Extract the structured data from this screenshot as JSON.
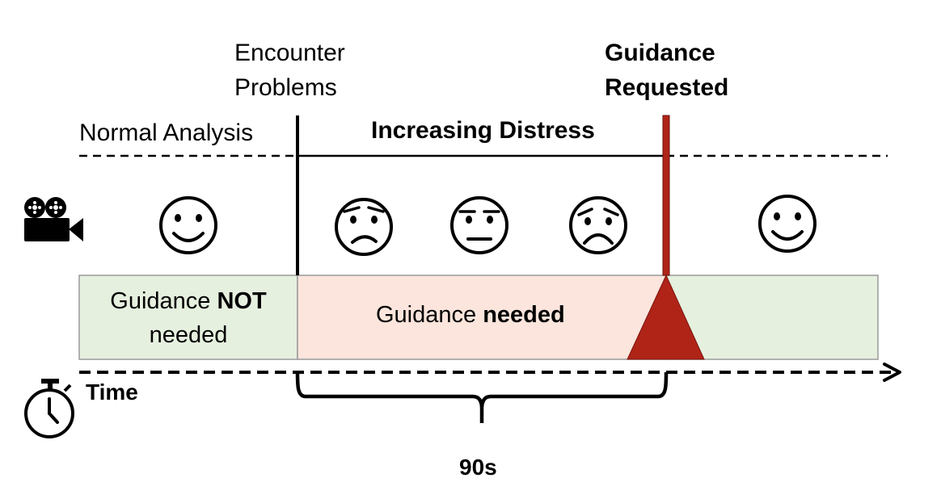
{
  "labels": {
    "encounter": "Encounter\nProblems",
    "requested": "Guidance\nRequested",
    "normal_analysis": "Normal Analysis",
    "increasing_distress": "Increasing Distress",
    "time": "Time",
    "duration": "90s"
  },
  "segments": {
    "not_needed": {
      "prefix": "Guidance ",
      "emphasis": "NOT",
      "suffix": "needed"
    },
    "needed": {
      "prefix": "Guidance ",
      "emphasis": "needed"
    }
  },
  "faces": [
    "happy",
    "frown",
    "neutral",
    "worried",
    "happy"
  ],
  "icons": [
    "video-camera-icon",
    "stopwatch-icon"
  ],
  "colors": {
    "not_needed_fill": "#e6f0df",
    "needed_fill": "#fbe5dc",
    "alert_red": "#b02418"
  }
}
